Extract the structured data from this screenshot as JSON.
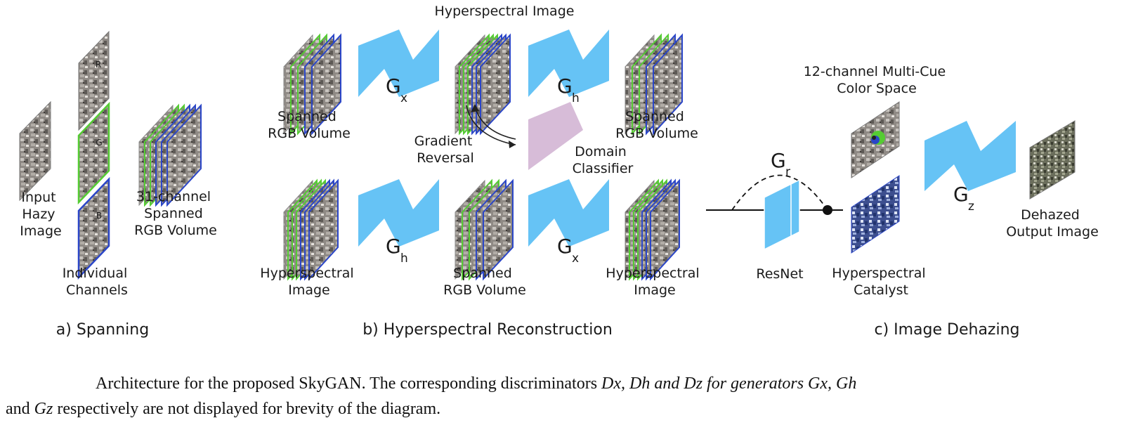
{
  "sections": {
    "spanning": "a) Spanning",
    "reconstruction": "b) Hyperspectral Reconstruction",
    "dehazing": "c) Image Dehazing"
  },
  "spanning": {
    "input_label": [
      "Input",
      "Hazy",
      "Image"
    ],
    "channels_label": [
      "Individual",
      "Channels"
    ],
    "volume_label": [
      "31-channel",
      "Spanned",
      "RGB Volume"
    ],
    "channel_r": "R",
    "channel_g": "G",
    "channel_b": "B"
  },
  "reconstruction": {
    "top_title": "Hyperspectral Image",
    "top_left_label": [
      "Spanned",
      "RGB Volume"
    ],
    "top_right_label": [
      "Spanned",
      "RGB Volume"
    ],
    "gradient_label": [
      "Gradient",
      "Reversal"
    ],
    "domain_label": [
      "Domain",
      "Classifier"
    ],
    "bottom_left_label": [
      "Hyperspectral",
      "Image"
    ],
    "bottom_mid_label": [
      "Spanned",
      "RGB Volume"
    ],
    "bottom_right_label": [
      "Hyperspectral",
      "Image"
    ],
    "generators": {
      "top1": {
        "sym": "G",
        "sub": "x"
      },
      "top2": {
        "sym": "G",
        "sub": "h"
      },
      "bot1": {
        "sym": "G",
        "sub": "h"
      },
      "bot2": {
        "sym": "G",
        "sub": "x"
      }
    }
  },
  "dehazing": {
    "gr": {
      "sym": "G",
      "sub": "r"
    },
    "gz": {
      "sym": "G",
      "sub": "z"
    },
    "resnet_label": "ResNet",
    "multicue_label": [
      "12-channel Multi-Cue",
      "Color Space"
    ],
    "catalyst_label": [
      "Hyperspectral",
      "Catalyst"
    ],
    "output_label": [
      "Dehazed",
      "Output Image"
    ]
  },
  "caption": {
    "line1": "Architecture for the proposed SkyGAN. The corresponding discriminators ",
    "line1_math": "Dx, Dh and Dz for generators Gx, Gh",
    "line2_math": "Gz",
    "line2": " respectively are not displayed for brevity of the diagram.",
    "and_word": "and"
  },
  "colors": {
    "generator": "#66c3f5",
    "classifier": "#d7bcd8",
    "green_edge": "#55cc33",
    "blue_edge": "#2b46c8",
    "text": "#1a1a1a"
  }
}
